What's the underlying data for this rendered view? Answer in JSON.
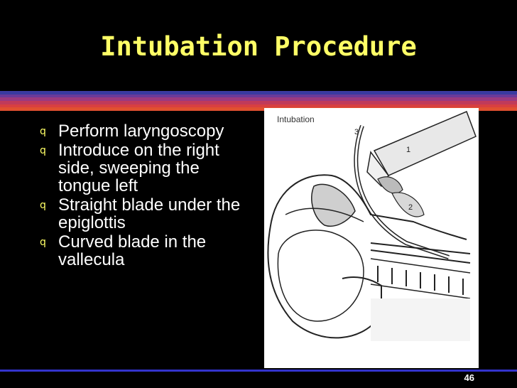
{
  "slide": {
    "title": "Intubation Procedure",
    "bullets": [
      {
        "text": "Perform laryngoscopy"
      },
      {
        "text": "Introduce on the right side, sweeping the tongue left"
      },
      {
        "text": "Straight blade under the epiglottis"
      },
      {
        "text": "Curved blade in the vallecula"
      }
    ],
    "bullet_marker": "q",
    "page_number": "46"
  },
  "illustration": {
    "caption": "Intubation",
    "labels": {
      "one": "1",
      "two": "2",
      "three": "3"
    }
  },
  "colors": {
    "background": "#000000",
    "title": "#ffff66",
    "bullet_text": "#ffffff",
    "accent_bar": "#3333cc",
    "stripes": [
      "#3a3aa0",
      "#6a3a9a",
      "#9a3a80",
      "#c03a5a",
      "#d84040",
      "#e05030"
    ]
  }
}
